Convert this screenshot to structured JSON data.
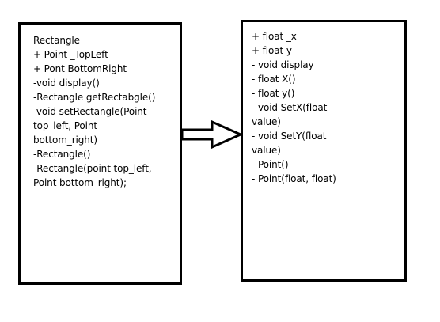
{
  "left_box": {
    "lines": [
      "Rectangle",
      "+ Point _TopLeft",
      "+ Pont BottomRight",
      "-void display()",
      "-Rectangle getRectabgle()",
      "-void setRectangle(Point",
      "top_left, Point",
      "bottom_right)",
      "-Rectangle()",
      "-Rectangle(point top_left,",
      "Point bottom_right);"
    ]
  },
  "right_box": {
    "lines": [
      "+ float _x",
      "+ float y",
      "- void display",
      "- float X()",
      "- float y()",
      "- void SetX(float",
      "value)",
      "- void SetY(float",
      "value)",
      "- Point()",
      "- Point(float, float)"
    ]
  },
  "arrow": {
    "direction": "right",
    "style": "hollow"
  }
}
